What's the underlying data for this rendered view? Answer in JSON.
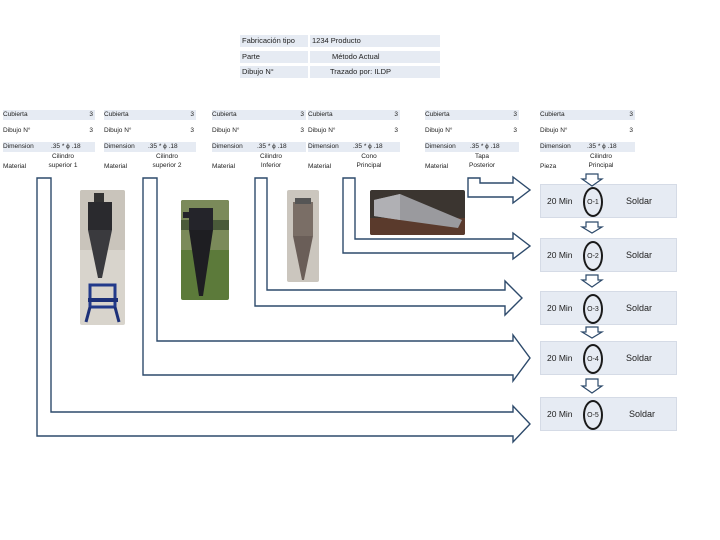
{
  "header": {
    "fabricacion": "Fabricación tipo",
    "producto": "1234 Producto",
    "parte": "Parte",
    "metodo": "Método Actual",
    "dibujo": "Dibujo N°",
    "trazado": "Trazado por: ILDP"
  },
  "parts": [
    {
      "cubierta": "Cubierta",
      "cubierta_n": "3",
      "dibujo": "Dibujo N°",
      "dibujo_n": "3",
      "dimension": "Dimension",
      "dimension_v": ".35 * ɸ .18",
      "material": "Material",
      "name": "Cilindro superior 1"
    },
    {
      "cubierta": "Cubierta",
      "cubierta_n": "3",
      "dibujo": "Dibujo N°",
      "dibujo_n": "3",
      "dimension": "Dimension",
      "dimension_v": ".35 * ɸ .18",
      "material": "Material",
      "name": "Cilindro superior 2"
    },
    {
      "cubierta": "Cubierta",
      "cubierta_n": "3",
      "dibujo": "Dibujo N°",
      "dibujo_n": "3",
      "dimension": "Dimension",
      "dimension_v": ".35 * ɸ .18",
      "material": "Material",
      "name": "Cilindro Inferior"
    },
    {
      "cubierta": "Cubierta",
      "cubierta_n": "3",
      "dibujo": "Dibujo N°",
      "dibujo_n": "3",
      "dimension": "Dimension",
      "dimension_v": ".35 * ɸ .18",
      "material": "Material",
      "name": "Cono Principal"
    },
    {
      "cubierta": "Cubierta",
      "cubierta_n": "3",
      "dibujo": "Dibujo N°",
      "dibujo_n": "3",
      "dimension": "Dimension",
      "dimension_v": ".35 * ɸ .18",
      "material": "Material",
      "name": "Tapa Posterior"
    },
    {
      "cubierta": "Cubierta",
      "cubierta_n": "3",
      "dibujo": "Dibujo N°",
      "dibujo_n": "3",
      "dimension": "Dimension",
      "dimension_v": ".35 * ɸ .18",
      "material": "Pieza",
      "name": "Cilindro Principal"
    }
  ],
  "operations": [
    {
      "time": "20  Min",
      "code": "O-1",
      "action": "Soldar"
    },
    {
      "time": "20  Min",
      "code": "O-2",
      "action": "Soldar"
    },
    {
      "time": "20  Min",
      "code": "O-3",
      "action": "Soldar"
    },
    {
      "time": "20  Min",
      "code": "O-4",
      "action": "Soldar"
    },
    {
      "time": "20  Min",
      "code": "O-5",
      "action": "Soldar"
    }
  ],
  "colors": {
    "cell_bg": "#e6ebf3",
    "arrow_stroke": "#2d4a6b",
    "arrow_fill": "#ffffff"
  }
}
